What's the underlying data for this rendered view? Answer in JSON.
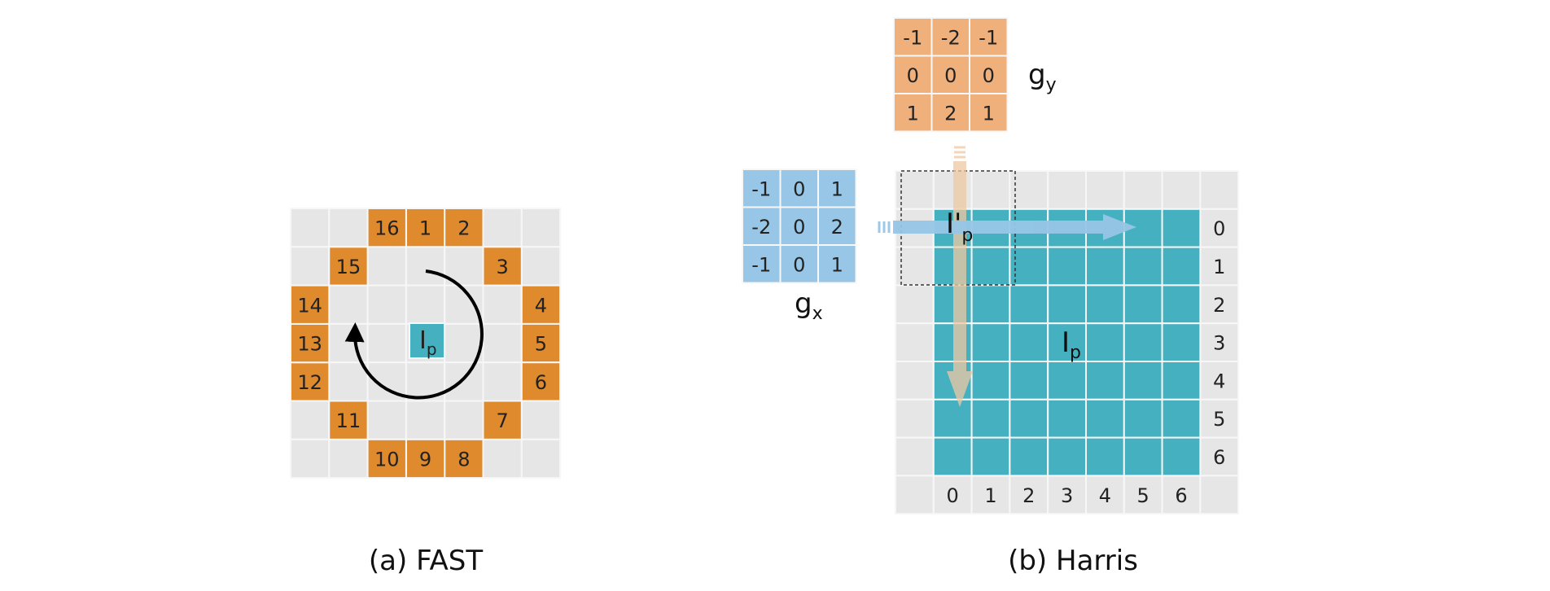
{
  "colors": {
    "background": "#ffffff",
    "grid_cell": "#e6e6e6",
    "cell_border": "#f7f7f7",
    "fast_ring": "#e08a2e",
    "center_pixel": "#44b0c0",
    "image_region": "#44b0c0",
    "kernel_gy": "#efb07c",
    "kernel_gx": "#98c6e6",
    "arrow_gx": "#98c6e6",
    "arrow_gy": "#efc9a3",
    "text": "#222222"
  },
  "fast": {
    "caption": "(a) FAST",
    "center_label": "I",
    "center_sub": "p",
    "ring_labels": [
      "1",
      "2",
      "3",
      "4",
      "5",
      "6",
      "7",
      "8",
      "9",
      "10",
      "11",
      "12",
      "13",
      "14",
      "15",
      "16"
    ],
    "rotation_arrow_icon": "circular-arrow-icon"
  },
  "harris": {
    "caption": "(b) Harris",
    "gy": {
      "label": "g",
      "sub": "y",
      "rows": [
        [
          "-1",
          "-2",
          "-1"
        ],
        [
          "0",
          "0",
          "0"
        ],
        [
          "1",
          "2",
          "1"
        ]
      ]
    },
    "gx": {
      "label": "g",
      "sub": "x",
      "rows": [
        [
          "-1",
          "0",
          "1"
        ],
        [
          "-2",
          "0",
          "2"
        ],
        [
          "-1",
          "0",
          "1"
        ]
      ]
    },
    "row_indices": [
      "0",
      "1",
      "2",
      "3",
      "4",
      "5",
      "6"
    ],
    "col_indices": [
      "0",
      "1",
      "2",
      "3",
      "4",
      "5",
      "6"
    ],
    "region_label": "I",
    "region_sub": "p",
    "pixel_label": "I'",
    "pixel_sub": "p"
  }
}
